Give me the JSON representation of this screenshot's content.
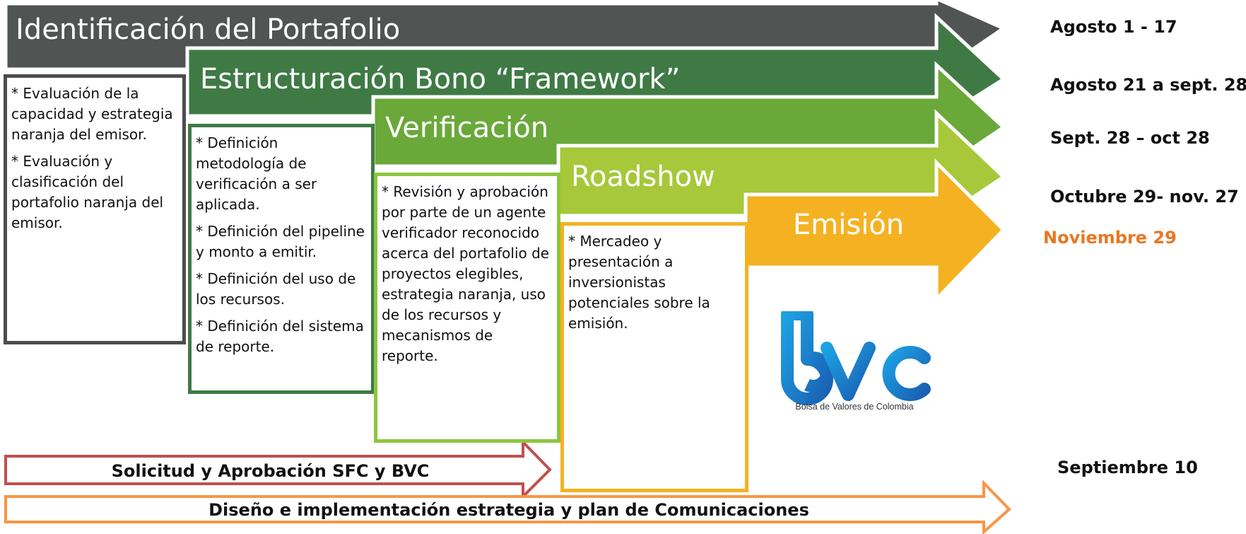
{
  "stages": [
    {
      "title": "Identificación del Portafolio",
      "color": "#505452",
      "items": [
        "* Evaluación de la capacidad y estrategia naranja del emisor.",
        "* Evaluación y clasificación del portafolio naranja del emisor."
      ],
      "date": "Agosto 1 - 17"
    },
    {
      "title": "Estructuración Bono “Framework”",
      "color": "#3f7a45",
      "items": [
        "* Definición metodología de verificación a ser aplicada.",
        "* Definición del pipeline y monto a emitir.",
        "* Definición del uso de los recursos.",
        "* Definición del sistema de reporte."
      ],
      "date": "Agosto 21 a sept.  28"
    },
    {
      "title": "Verificación",
      "color": "#6aa83a",
      "items": [
        "* Revisión y aprobación por parte de un agente verificador reconocido acerca del portafolio de proyectos elegibles, estrategia naranja, uso de los recursos y mecanismos de reporte."
      ],
      "date": "Sept.  28 – oct 28"
    },
    {
      "title": "Roadshow",
      "color": "#a6c83a",
      "items": [
        "* Mercadeo y presentación a inversionistas potenciales sobre la emisión."
      ],
      "date": "Octubre 29-  nov. 27"
    },
    {
      "title": "Emisión",
      "color": "#f4b223",
      "items": [],
      "date": "Noviembre 29",
      "date_color": "#e87722"
    }
  ],
  "bars": [
    {
      "label": "Solicitud y Aprobación SFC y BVC",
      "color": "#c0504d",
      "date": "Septiembre 10"
    },
    {
      "label": "Diseño e implementación estrategia y plan de Comunicaciones",
      "color": "#f79646"
    }
  ],
  "logo": {
    "text": "bvc",
    "caption": "Bolsa de Valores de Colombia"
  }
}
